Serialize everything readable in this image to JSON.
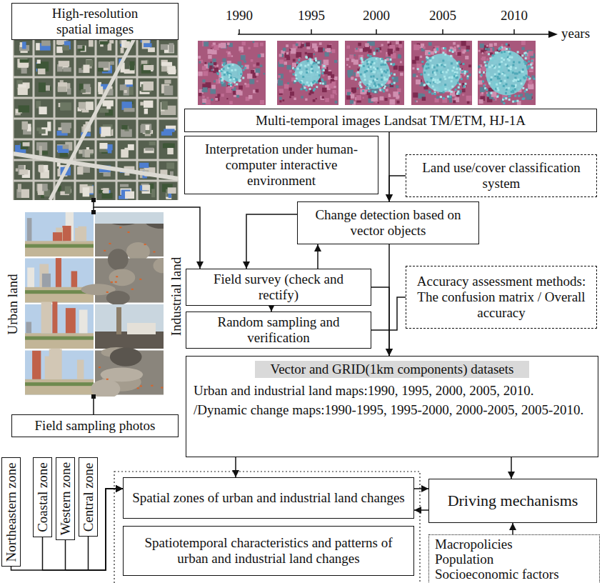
{
  "diagram": {
    "nodes": [
      {
        "text": [
          "High-resolution spatial images"
        ]
      },
      {
        "text": [
          "Multi-temporal images Landsat TM/ETM, HJ-1A"
        ]
      },
      {
        "text": [
          "Interpretation under human-computer interactive environment"
        ]
      },
      {
        "text": [
          "Land use/cover classification system"
        ]
      },
      {
        "text": [
          "Change detection based on vector objects"
        ]
      },
      {
        "text": [
          "Field survey (check and rectify)"
        ]
      },
      {
        "text": [
          "Accuracy assessment methods: The confusion matrix / Overall accuracy"
        ]
      },
      {
        "text": [
          "Random sampling and verification"
        ]
      },
      {
        "text": [
          "Field sampling photos"
        ]
      },
      {
        "text": [
          "Vector and GRID(1km components) datasets",
          "Urban and industrial land maps:1990, 1995, 2000, 2005, 2010. /Dynamic change maps:1990-1995, 1995-2000, 2000-2005, 2005-2010."
        ]
      },
      {
        "text": [
          "Northeastern zone"
        ]
      },
      {
        "text": [
          "Coastal zone"
        ]
      },
      {
        "text": [
          "Western zone"
        ]
      },
      {
        "text": [
          "Central zone"
        ]
      },
      {
        "text": [
          "Spatial zones of urban and industrial land changes"
        ]
      },
      {
        "text": [
          "Spatiotemporal characteristics and patterns of urban and industrial land changes"
        ]
      },
      {
        "text": [
          "Driving mechanisms"
        ]
      },
      {
        "text": [
          "Macropolicies",
          "Population",
          "Socioeconomic factors"
        ]
      }
    ],
    "edges": [
      {
        "from": 1,
        "to": 4,
        "arrow": "to"
      },
      {
        "from": 3,
        "to": 4,
        "arrow": "to"
      },
      {
        "from": 0,
        "to": 5,
        "arrow": "to"
      },
      {
        "from": 4,
        "to": 5,
        "arrow": "to"
      },
      {
        "from": 5,
        "to": 4,
        "arrow": "to"
      },
      {
        "from": 5,
        "to": 7,
        "arrow": "to"
      },
      {
        "from": 6,
        "to": 7,
        "arrow": "none"
      },
      {
        "from": 4,
        "to": 9,
        "arrow": "to"
      },
      {
        "from": 5,
        "to": 9,
        "arrow": "to"
      },
      {
        "from": 9,
        "to": 14,
        "arrow": "to"
      },
      {
        "from": 9,
        "to": 16,
        "arrow": "to"
      },
      {
        "from": 10,
        "to": 14,
        "arrow": "to"
      },
      {
        "from": 11,
        "to": 14,
        "arrow": "to"
      },
      {
        "from": 12,
        "to": 14,
        "arrow": "to"
      },
      {
        "from": 13,
        "to": 14,
        "arrow": "to"
      },
      {
        "from": 14,
        "to": 16,
        "arrow": "to"
      },
      {
        "from": 16,
        "to": 14,
        "arrow": "to"
      },
      {
        "from": 17,
        "to": 16,
        "arrow": "to"
      }
    ],
    "labels": [
      "1990",
      "1995",
      "2000",
      "2005",
      "2010",
      "years",
      "Urban land",
      "Industrial land"
    ]
  }
}
